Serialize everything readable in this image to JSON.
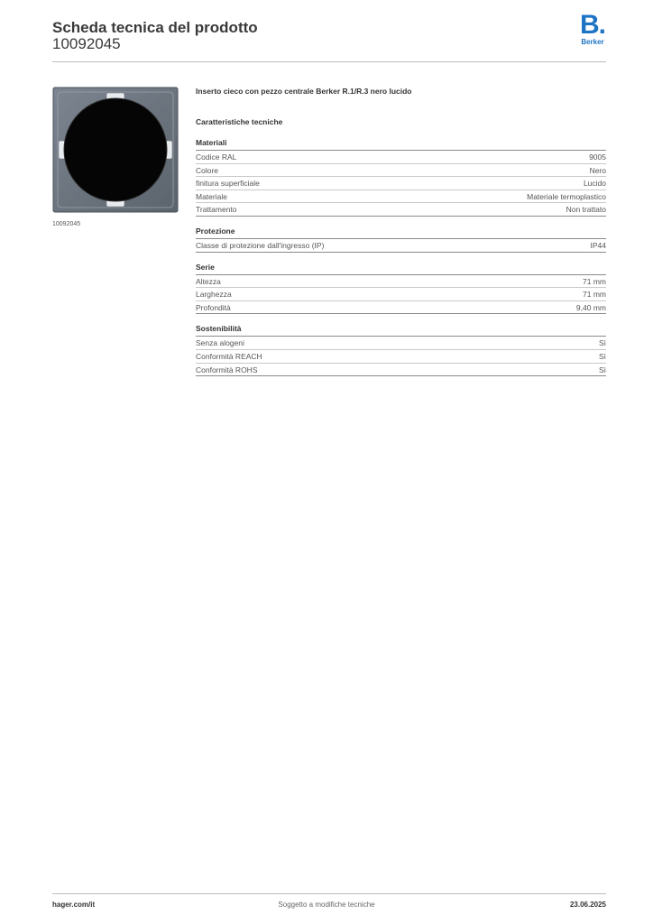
{
  "header": {
    "title": "Scheda tecnica del prodotto",
    "code": "10092045",
    "logo_mark": "B.",
    "logo_word": "Berker",
    "brand_color": "#1d74c4"
  },
  "image": {
    "caption": "10092045",
    "description_icon": "blind-insert-product-photo"
  },
  "product": {
    "name": "Inserto cieco con pezzo centrale Berker R.1/R.3 nero lucido"
  },
  "specs": {
    "heading": "Caratteristiche tecniche",
    "groups": [
      {
        "title": "Materiali",
        "rows": [
          {
            "label": "Codice RAL",
            "value": "9005"
          },
          {
            "label": "Colore",
            "value": "Nero"
          },
          {
            "label": "finitura superficiale",
            "value": "Lucido"
          },
          {
            "label": "Materiale",
            "value": "Materiale termoplastico"
          },
          {
            "label": "Trattamento",
            "value": "Non trattato"
          }
        ]
      },
      {
        "title": "Protezione",
        "rows": [
          {
            "label": "Classe di protezione dall'ingresso (IP)",
            "value": "IP44"
          }
        ]
      },
      {
        "title": "Serie",
        "rows": [
          {
            "label": "Altezza",
            "value": "71 mm"
          },
          {
            "label": "Larghezza",
            "value": "71 mm"
          },
          {
            "label": "Profondità",
            "value": "9,40 mm"
          }
        ]
      },
      {
        "title": "Sostenibilità",
        "rows": [
          {
            "label": "Senza alogeni",
            "value": "Sì"
          },
          {
            "label": "Conformità REACH",
            "value": "Sì"
          },
          {
            "label": "Conformità ROHS",
            "value": "Sì"
          }
        ]
      }
    ]
  },
  "footer": {
    "left": "hager.com/it",
    "center": "Soggetto a modifiche tecniche",
    "right": "23.06.2025"
  }
}
